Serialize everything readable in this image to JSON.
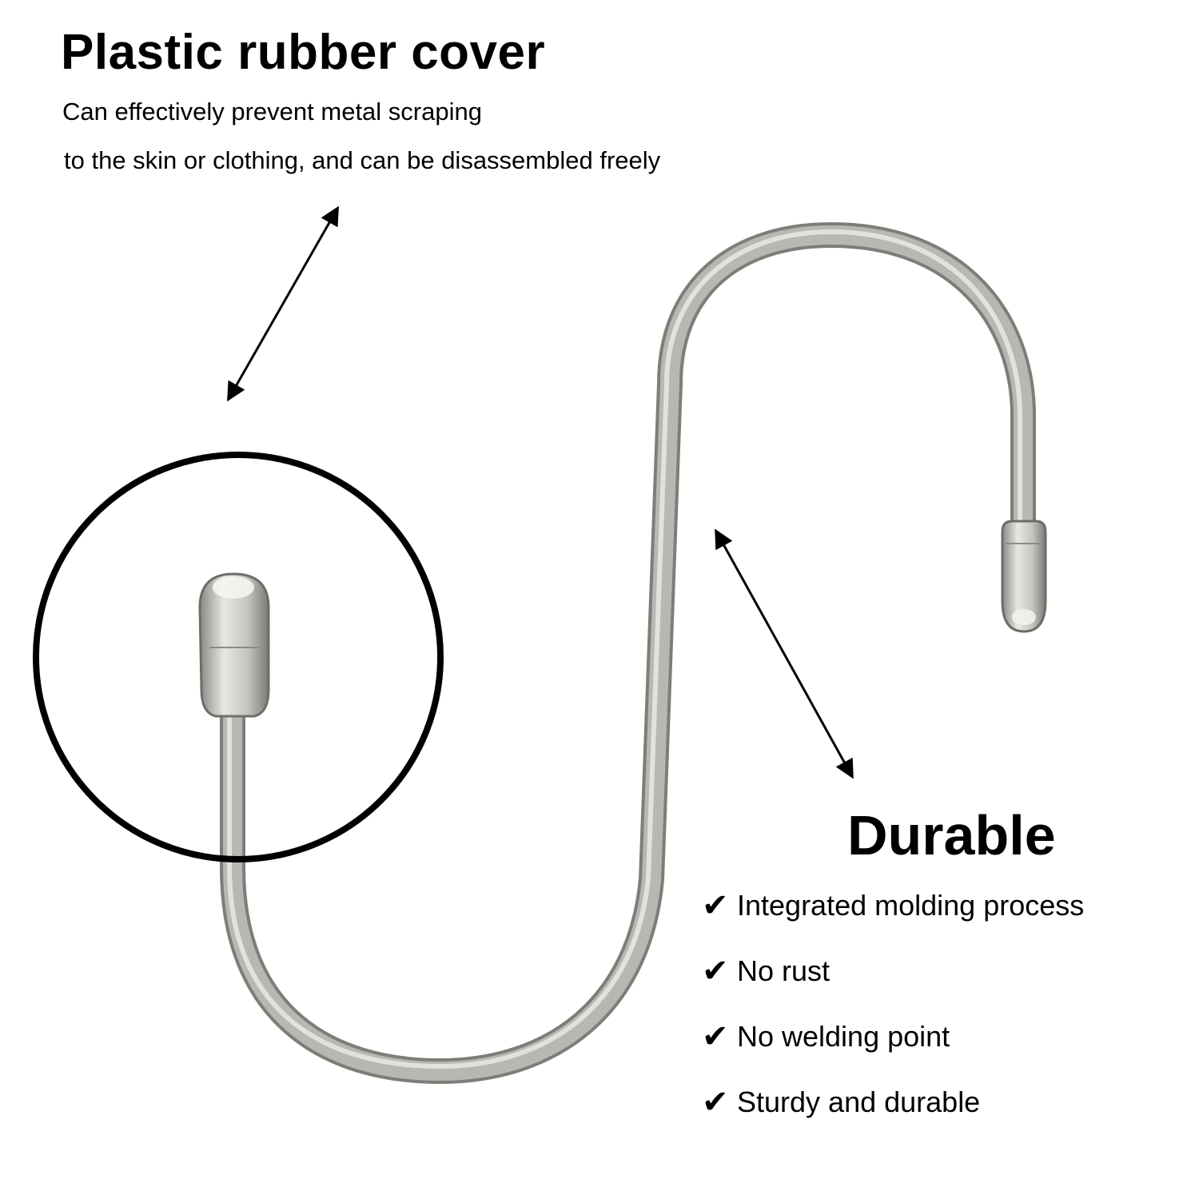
{
  "header": {
    "title": "Plastic rubber cover",
    "description_lines": [
      "Can effectively prevent metal scraping",
      "to the skin or clothing, and can be disassembled freely"
    ]
  },
  "features": {
    "title": "Durable",
    "items": [
      "Integrated molding process",
      "No rust",
      "No welding point",
      "Sturdy and durable"
    ]
  },
  "icons": {
    "arrow": "double-arrow-icon",
    "check": "checkmark-icon",
    "highlight": "highlight-circle"
  },
  "colors": {
    "metal_light": "#e2e1de",
    "metal_mid": "#b9b7b2",
    "metal_dark": "#7f7d78",
    "outline": "#000000"
  }
}
